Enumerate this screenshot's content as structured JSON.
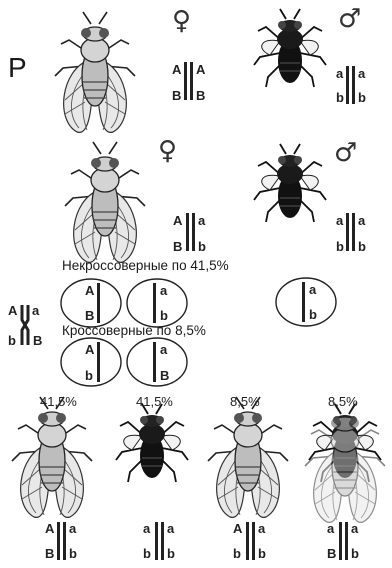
{
  "p_label": "P",
  "female_symbol": "♀",
  "male_symbol": "♂",
  "noncrossover_label": "Некроссоверные по 41,5%",
  "crossover_label": "Кроссоверные по 8,5%",
  "parents": {
    "female_1": {
      "left": [
        "A",
        "B"
      ],
      "right": [
        "A",
        "B"
      ]
    },
    "male_1": {
      "left": [
        "a",
        "b"
      ],
      "right": [
        "a",
        "b"
      ]
    },
    "female_2": {
      "left": [
        "A",
        "B"
      ],
      "right": [
        "a",
        "b"
      ]
    },
    "male_2": {
      "left": [
        "a",
        "b"
      ],
      "right": [
        "a",
        "b"
      ]
    }
  },
  "crossover_diagram": {
    "top": [
      "A",
      "a"
    ],
    "bottom": [
      "b",
      "B"
    ]
  },
  "gametes": {
    "noncross_1": [
      "A",
      "B"
    ],
    "noncross_2": [
      "a",
      "b"
    ],
    "male_gamete": [
      "a",
      "b"
    ],
    "cross_1": [
      "A",
      "b"
    ],
    "cross_2": [
      "a",
      "B"
    ]
  },
  "offspring": [
    {
      "percent": "41,5%",
      "left": [
        "A",
        "B"
      ],
      "right": [
        "a",
        "b"
      ]
    },
    {
      "percent": "41,5%",
      "left": [
        "a",
        "b"
      ],
      "right": [
        "a",
        "b"
      ]
    },
    {
      "percent": "8,5%",
      "left": [
        "A",
        "b"
      ],
      "right": [
        "a",
        "b"
      ]
    },
    {
      "percent": "8,5%",
      "left": [
        "a",
        "B"
      ],
      "right": [
        "a",
        "b"
      ]
    }
  ]
}
